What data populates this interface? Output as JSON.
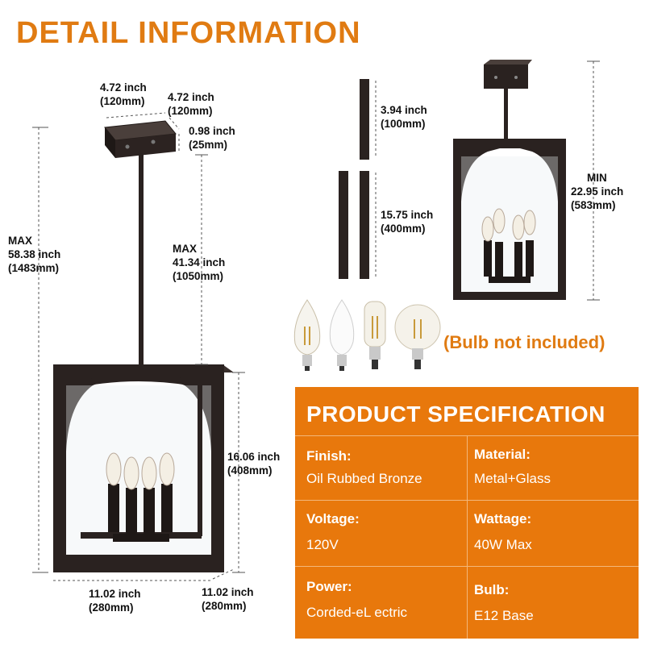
{
  "header": {
    "title": "DETAIL INFORMATION"
  },
  "dimensions": {
    "canopy_w": {
      "imperial": "4.72 inch",
      "metric": "(120mm)"
    },
    "canopy_d": {
      "imperial": "4.72 inch",
      "metric": "(120mm)"
    },
    "canopy_h": {
      "imperial": "0.98 inch",
      "metric": "(25mm)"
    },
    "overall_max": {
      "label": "MAX",
      "imperial": "58.38 inch",
      "metric": "(1483mm)"
    },
    "rod_max": {
      "label": "MAX",
      "imperial": "41.34 inch",
      "metric": "(1050mm)"
    },
    "body_h": {
      "imperial": "16.06 inch",
      "metric": "(408mm)"
    },
    "body_w": {
      "imperial": "11.02 inch",
      "metric": "(280mm)"
    },
    "body_d": {
      "imperial": "11.02 inch",
      "metric": "(280mm)"
    },
    "rod_short": {
      "imperial": "3.94 inch",
      "metric": "(100mm)"
    },
    "rod_long": {
      "imperial": "15.75 inch",
      "metric": "(400mm)"
    },
    "overall_min": {
      "label": "MIN",
      "imperial": "22.95 inch",
      "metric": "(583mm)"
    }
  },
  "bulbs": {
    "note": "(Bulb not included)"
  },
  "spec": {
    "title": "PRODUCT SPECIFICATION",
    "rows": [
      {
        "l_label": "Finish:",
        "l_value": "Oil Rubbed Bronze",
        "r_label": "Material:",
        "r_value": "Metal+Glass"
      },
      {
        "l_label": "Voltage:",
        "l_value": "120V",
        "r_label": "Wattage:",
        "r_value": "40W Max"
      },
      {
        "l_label": "Power:",
        "l_value": "Corded-eL ectric",
        "r_label": "Bulb:",
        "r_value": "E12 Base"
      }
    ]
  },
  "colors": {
    "accent": "#e8780c",
    "title": "#e07b12",
    "bronze": "#2a2220"
  }
}
